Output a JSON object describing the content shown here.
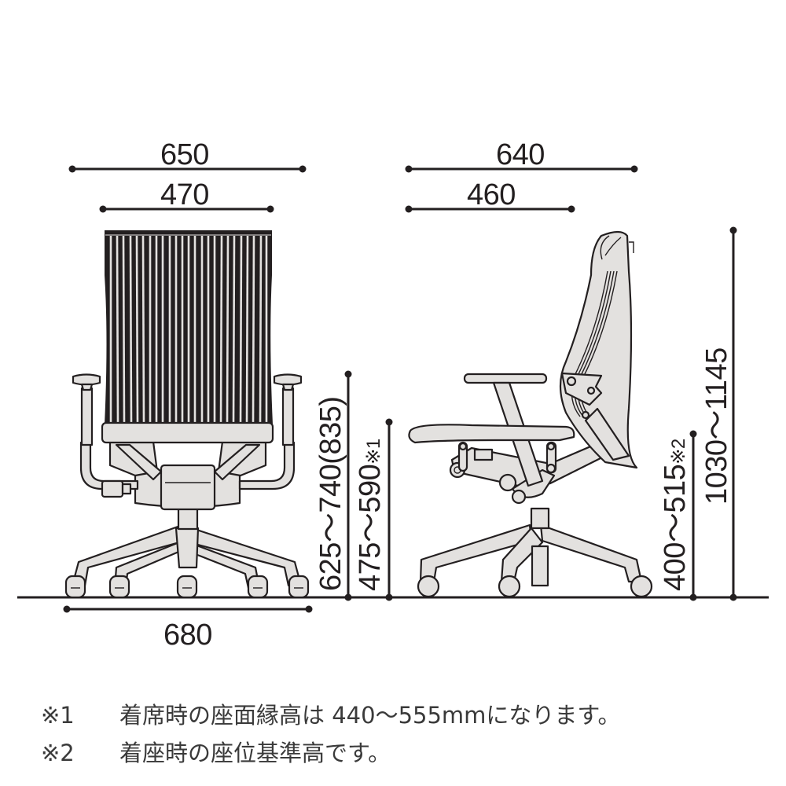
{
  "diagram": {
    "type": "product-dimension-drawing",
    "subject": "office chair",
    "units": "mm",
    "views": [
      {
        "name": "front-view",
        "dimensions": {
          "overall_width": "650",
          "back_width": "470",
          "base_width": "680",
          "armrest_height": "625〜740(835)",
          "seat_height": "475〜590",
          "seat_height_note": "※1"
        }
      },
      {
        "name": "side-view",
        "dimensions": {
          "overall_depth": "640",
          "seat_depth": "460",
          "seat_reference_height": "400〜515",
          "seat_reference_height_note": "※2",
          "overall_height": "1030〜1145"
        }
      }
    ],
    "colors": {
      "line": "#231f20",
      "chair_fill": "#e3e1df",
      "mesh": "#231f20",
      "footnote_text": "#3a3a3a"
    }
  },
  "footnotes": [
    {
      "mark": "※1",
      "text": "着席時の座面縁高は 440〜555mmになります。"
    },
    {
      "mark": "※2",
      "text": "着座時の座位基準高です。"
    }
  ]
}
